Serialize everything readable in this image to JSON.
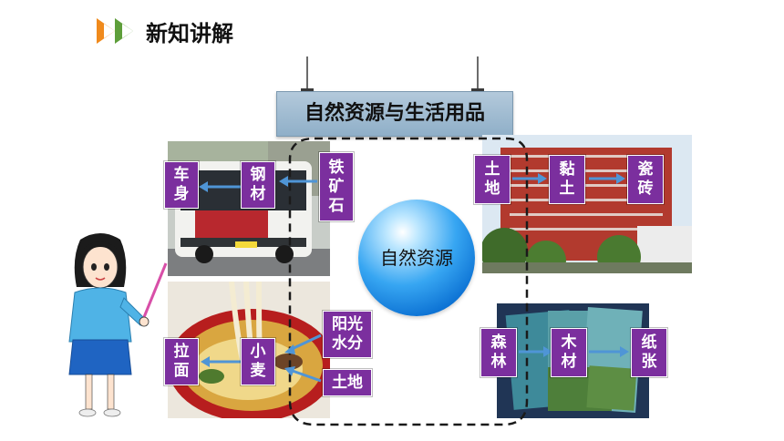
{
  "header": {
    "title": "新知讲解"
  },
  "sign": {
    "title": "自然资源与生活用品"
  },
  "center": {
    "label": "自然资源"
  },
  "chains": {
    "bus": {
      "product": "车\n身",
      "material": "钢\n材",
      "source": "铁\n矿\n石"
    },
    "noodle": {
      "product": "拉\n面",
      "material": "小\n麦",
      "source1": "阳光\n水分",
      "source2": "土地"
    },
    "brick": {
      "source": "土\n地",
      "material": "黏\n土",
      "product": "瓷\n砖"
    },
    "paper": {
      "source": "森\n林",
      "material": "木\n材",
      "product": "纸\n张"
    }
  },
  "colors": {
    "label_box": "#7b2f9e",
    "arrow": "#4f95d6",
    "chevron_orange": "#f08a1c",
    "chevron_green": "#5e9e3a"
  },
  "icons": [
    "double-chevron-icon",
    "teacher-figure"
  ]
}
